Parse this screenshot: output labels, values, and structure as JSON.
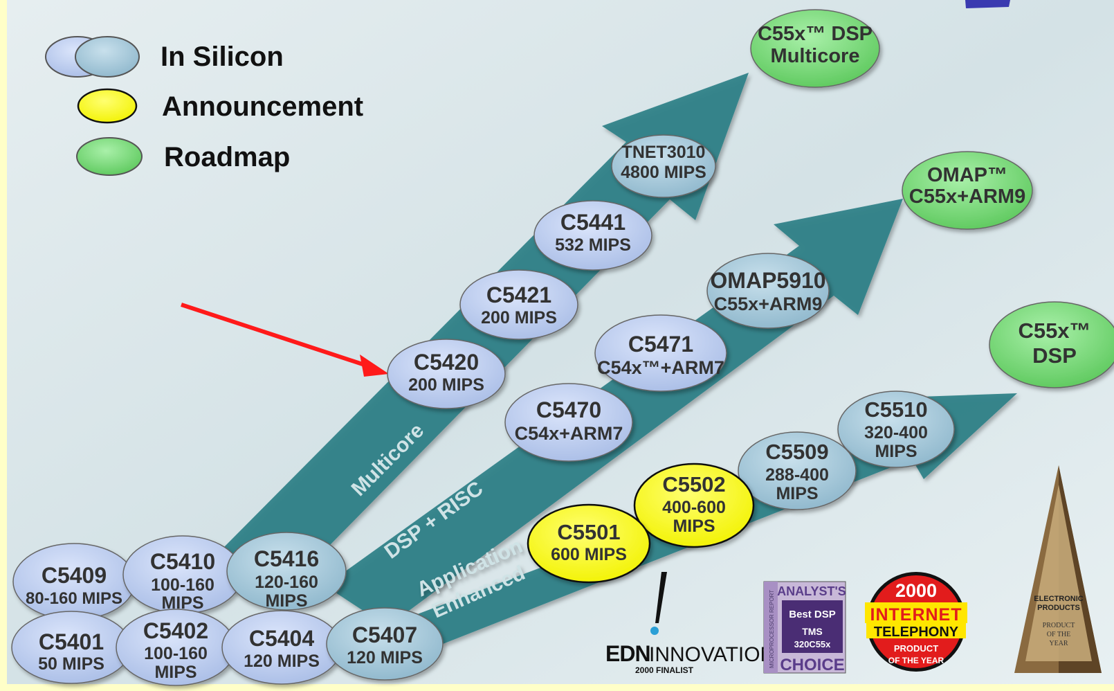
{
  "legend": {
    "in_silicon": "In Silicon",
    "announcement": "Announcement",
    "roadmap": "Roadmap"
  },
  "arrows": {
    "multicore": "Multicore",
    "dsp_risc": "DSP + RISC",
    "app_line1": "Application",
    "app_line2": "Enhanced"
  },
  "colors": {
    "in_silicon": "#b8c8ec",
    "announcement": "#ffff00",
    "roadmap": "#7ee07e",
    "arrow": "#2a7f86",
    "pointer": "#ff1a1a"
  },
  "chips": {
    "c5409": {
      "name": "C5409",
      "spec": "80-160 MIPS"
    },
    "c5410": {
      "name": "C5410",
      "spec1": "100-160",
      "spec2": "MIPS"
    },
    "c5416": {
      "name": "C5416",
      "spec1": "120-160",
      "spec2": "MIPS"
    },
    "c5401": {
      "name": "C5401",
      "spec": "50 MIPS"
    },
    "c5402": {
      "name": "C5402",
      "spec1": "100-160",
      "spec2": "MIPS"
    },
    "c5404": {
      "name": "C5404",
      "spec": "120 MIPS"
    },
    "c5407": {
      "name": "C5407",
      "spec": "120 MIPS"
    },
    "c5420": {
      "name": "C5420",
      "spec": "200 MIPS"
    },
    "c5421": {
      "name": "C5421",
      "spec": "200 MIPS"
    },
    "c5441": {
      "name": "C5441",
      "spec": "532 MIPS"
    },
    "tnet3010": {
      "name": "TNET3010",
      "spec": "4800 MIPS"
    },
    "c5470": {
      "name": "C5470",
      "spec": "C54x+ARM7"
    },
    "c5471": {
      "name": "C5471",
      "spec": "C54x™+ARM7"
    },
    "omap5910": {
      "name": "OMAP5910",
      "spec": "C55x+ARM9"
    },
    "c5501": {
      "name": "C5501",
      "spec": "600 MIPS"
    },
    "c5502": {
      "name": "C5502",
      "spec1": "400-600",
      "spec2": "MIPS"
    },
    "c5509": {
      "name": "C5509",
      "spec1": "288-400",
      "spec2": "MIPS"
    },
    "c5510": {
      "name": "C5510",
      "spec1": "320-400",
      "spec2": "MIPS"
    }
  },
  "roadmap": {
    "multicore": {
      "line1": "C55x™ DSP",
      "line2": "Multicore"
    },
    "omap": {
      "line1": "OMAP™",
      "line2": "C55x+ARM9"
    },
    "dsp": {
      "line1": "C55x™",
      "line2": "DSP"
    }
  },
  "awards": {
    "edn": {
      "brand": "EDN",
      "word": "INNOVATION",
      "sub": "2000 FINALIST"
    },
    "analyst": {
      "top": "ANALYST'S",
      "mid1": "Best DSP",
      "mid2": "TMS",
      "mid3": "320C55x",
      "bottom": "CHOICE",
      "side": "MICROPROCESSOR REPORT"
    },
    "internet": {
      "year": "2000",
      "line1": "INTERNET",
      "line2": "TELEPHONY",
      "line3": "PRODUCT",
      "line4": "OF THE YEAR"
    },
    "trophy": {
      "line1": "ELECTRONIC",
      "line2": "PRODUCTS",
      "line3": "PRODUCT",
      "line4": "OF THE",
      "line5": "YEAR"
    }
  }
}
